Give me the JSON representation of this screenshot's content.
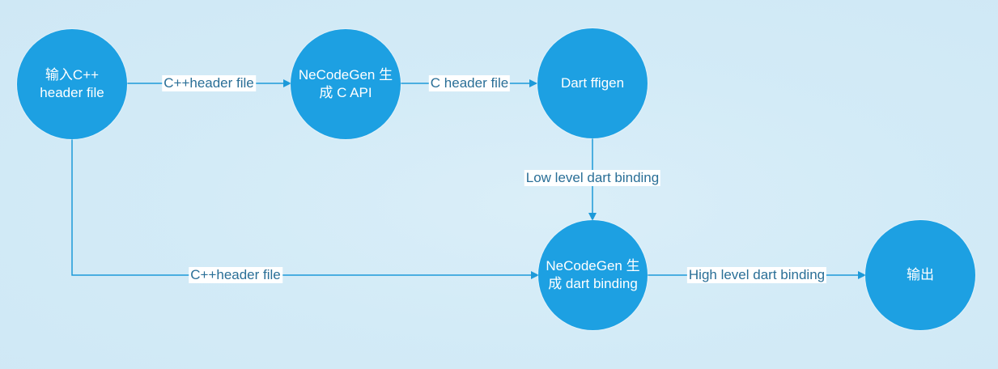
{
  "colors": {
    "node_fill": "#1da0e2",
    "edge": "#1d9ad9",
    "label_text": "#2a6f97"
  },
  "nodes": {
    "input": [
      "输入C++",
      "header file"
    ],
    "gen_c_api": [
      "NeCodeGen 生",
      "成 C API"
    ],
    "ffigen": [
      "Dart ffigen"
    ],
    "gen_dart": [
      "NeCodeGen 生",
      "成 dart binding"
    ],
    "output": [
      "输出"
    ]
  },
  "edges": {
    "input_to_gen_c_api": "C++header file",
    "gen_c_api_to_ffigen": "C header file",
    "ffigen_to_gen_dart": "Low level dart binding",
    "input_to_gen_dart": "C++header file",
    "gen_dart_to_output": "High level dart binding"
  }
}
